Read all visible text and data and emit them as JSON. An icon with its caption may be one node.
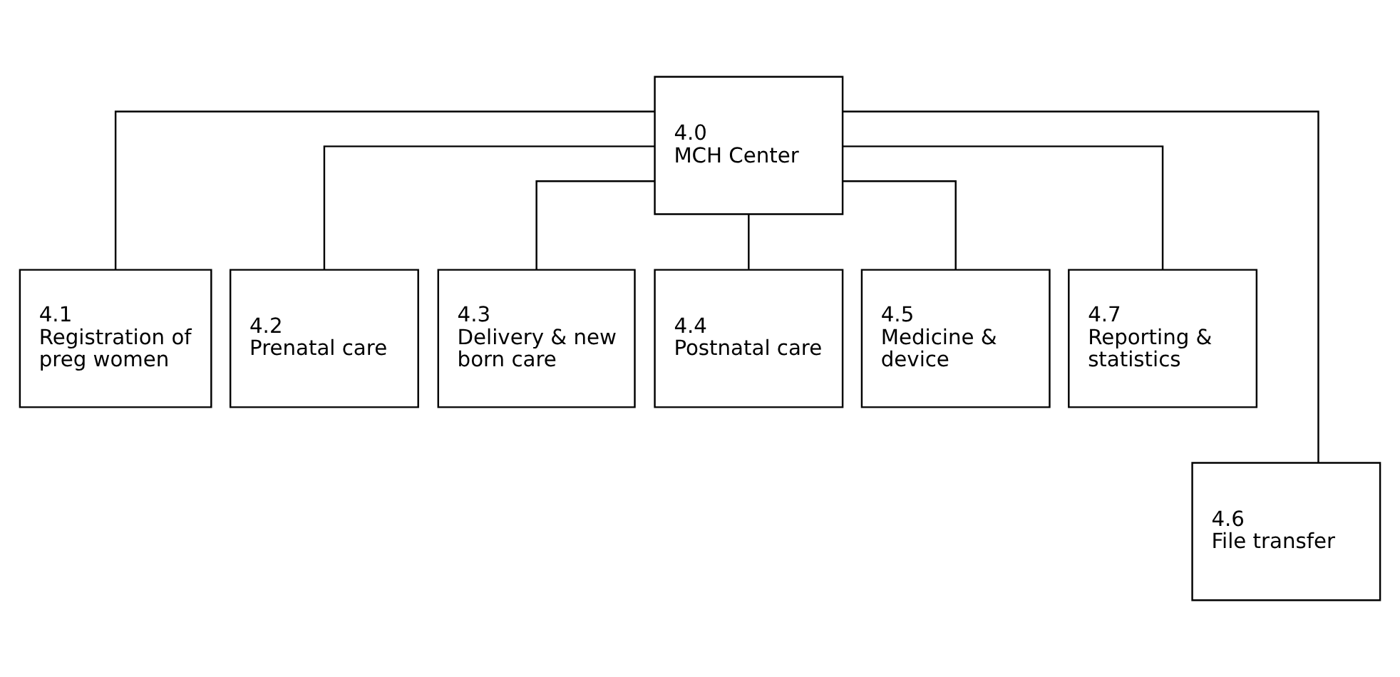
{
  "diagram": {
    "nodes": [
      {
        "text": [
          "4.0",
          "MCH Center"
        ]
      },
      {
        "text": [
          "4.1",
          "Registration of preg women"
        ]
      },
      {
        "text": [
          "4.2",
          "Prenatal care"
        ]
      },
      {
        "text": [
          "4.3",
          "Delivery & new born care"
        ]
      },
      {
        "text": [
          "4.4",
          "Postnatal care"
        ]
      },
      {
        "text": [
          "4.5",
          "Medicine & device"
        ]
      },
      {
        "text": [
          "4.7",
          "Reporting & statistics"
        ]
      },
      {
        "text": [
          "4.6",
          "File transfer"
        ]
      }
    ],
    "edges": [
      {
        "from": 0,
        "to": 1,
        "arrow": "none"
      },
      {
        "from": 0,
        "to": 2,
        "arrow": "none"
      },
      {
        "from": 0,
        "to": 3,
        "arrow": "none"
      },
      {
        "from": 0,
        "to": 4,
        "arrow": "none"
      },
      {
        "from": 0,
        "to": 5,
        "arrow": "none"
      },
      {
        "from": 0,
        "to": 7,
        "arrow": "none"
      },
      {
        "from": 0,
        "to": 6,
        "arrow": "none"
      }
    ]
  }
}
